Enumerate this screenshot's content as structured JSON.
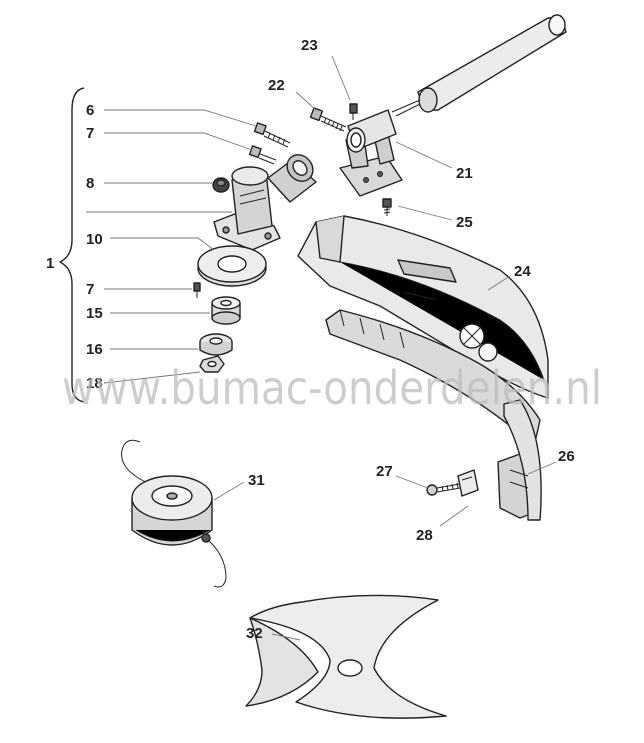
{
  "watermark": "www.bumac-onderdelen.nl",
  "callouts": {
    "assembly": "1",
    "p6": "6",
    "p7a": "7",
    "p8": "8",
    "p10": "10",
    "p7b": "7",
    "p15": "15",
    "p16": "16",
    "p18": "18",
    "p21": "21",
    "p22": "22",
    "p23": "23",
    "p24": "24",
    "p25": "25",
    "p26": "26",
    "p27": "27",
    "p28": "28",
    "p31": "31",
    "p32": "32"
  },
  "icons": [
    "shaft-tube",
    "shaft-clamp",
    "gearbox-head",
    "flange-washer",
    "bush",
    "cup-washer",
    "nut",
    "guard",
    "line-cutter-blade",
    "trimmer-head",
    "three-tooth-blade"
  ]
}
